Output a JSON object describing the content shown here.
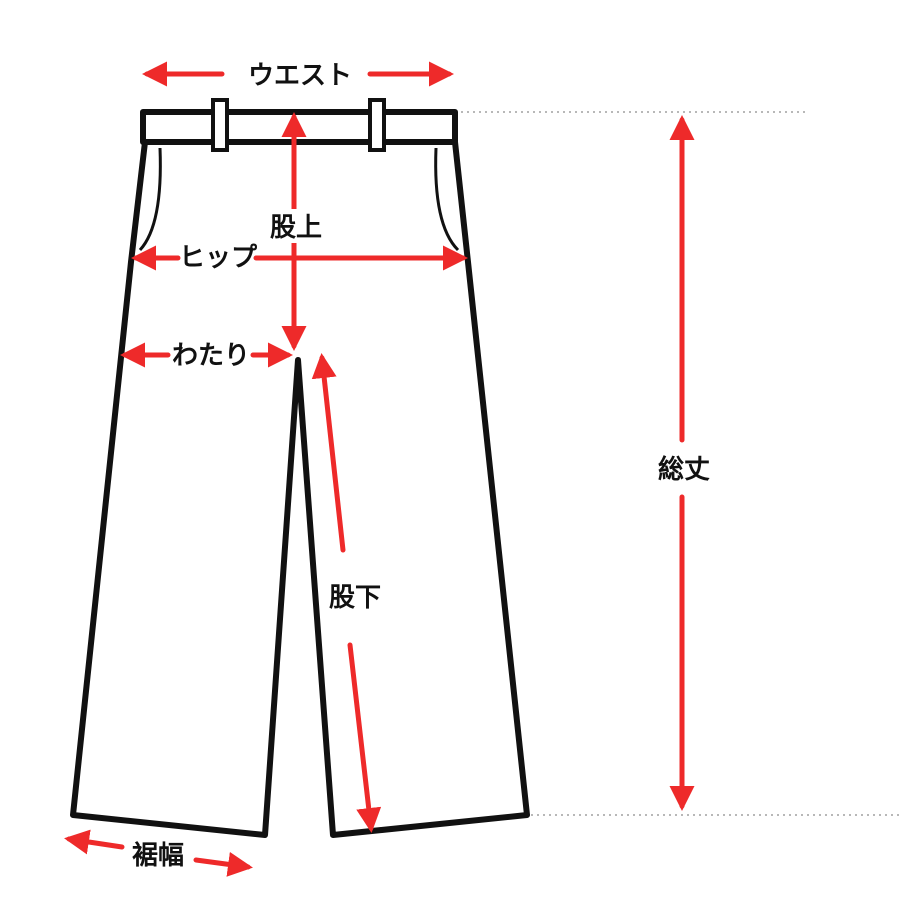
{
  "colors": {
    "background": "#ffffff",
    "outline": "#111111",
    "arrow": "#ee2a2a",
    "guide": "#b8b8b8"
  },
  "labels": {
    "waist": "ウエスト",
    "rise": "股上",
    "hip": "ヒップ",
    "thigh": "わたり",
    "total_length": "総丈",
    "inseam": "股下",
    "hem_width": "裾幅"
  }
}
